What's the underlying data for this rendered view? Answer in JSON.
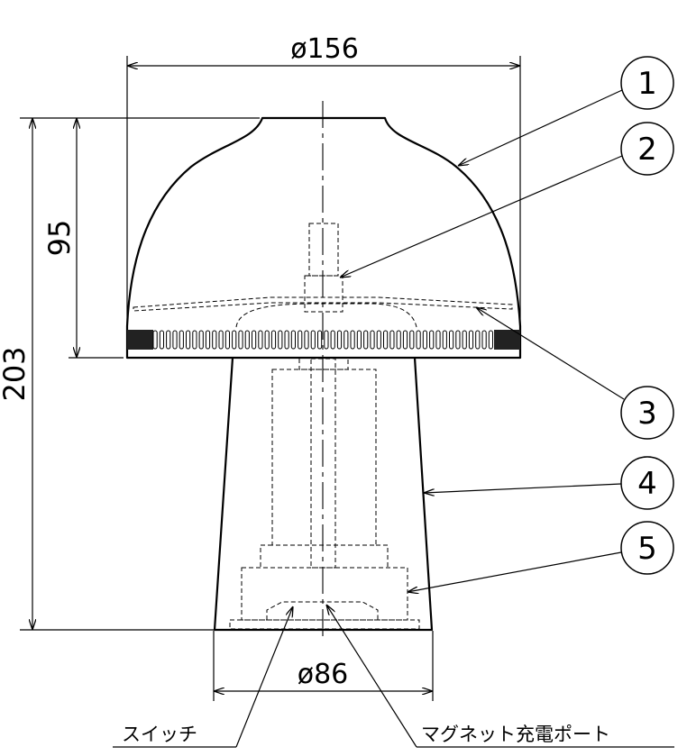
{
  "dimensions": {
    "top_diameter": "ø156",
    "bottom_diameter": "ø86",
    "head_height": "95",
    "total_height": "203"
  },
  "balloons": [
    "1",
    "2",
    "3",
    "4",
    "5"
  ],
  "callouts": {
    "switch": "スイッチ",
    "magnet_port": "マグネット充電ポート"
  }
}
